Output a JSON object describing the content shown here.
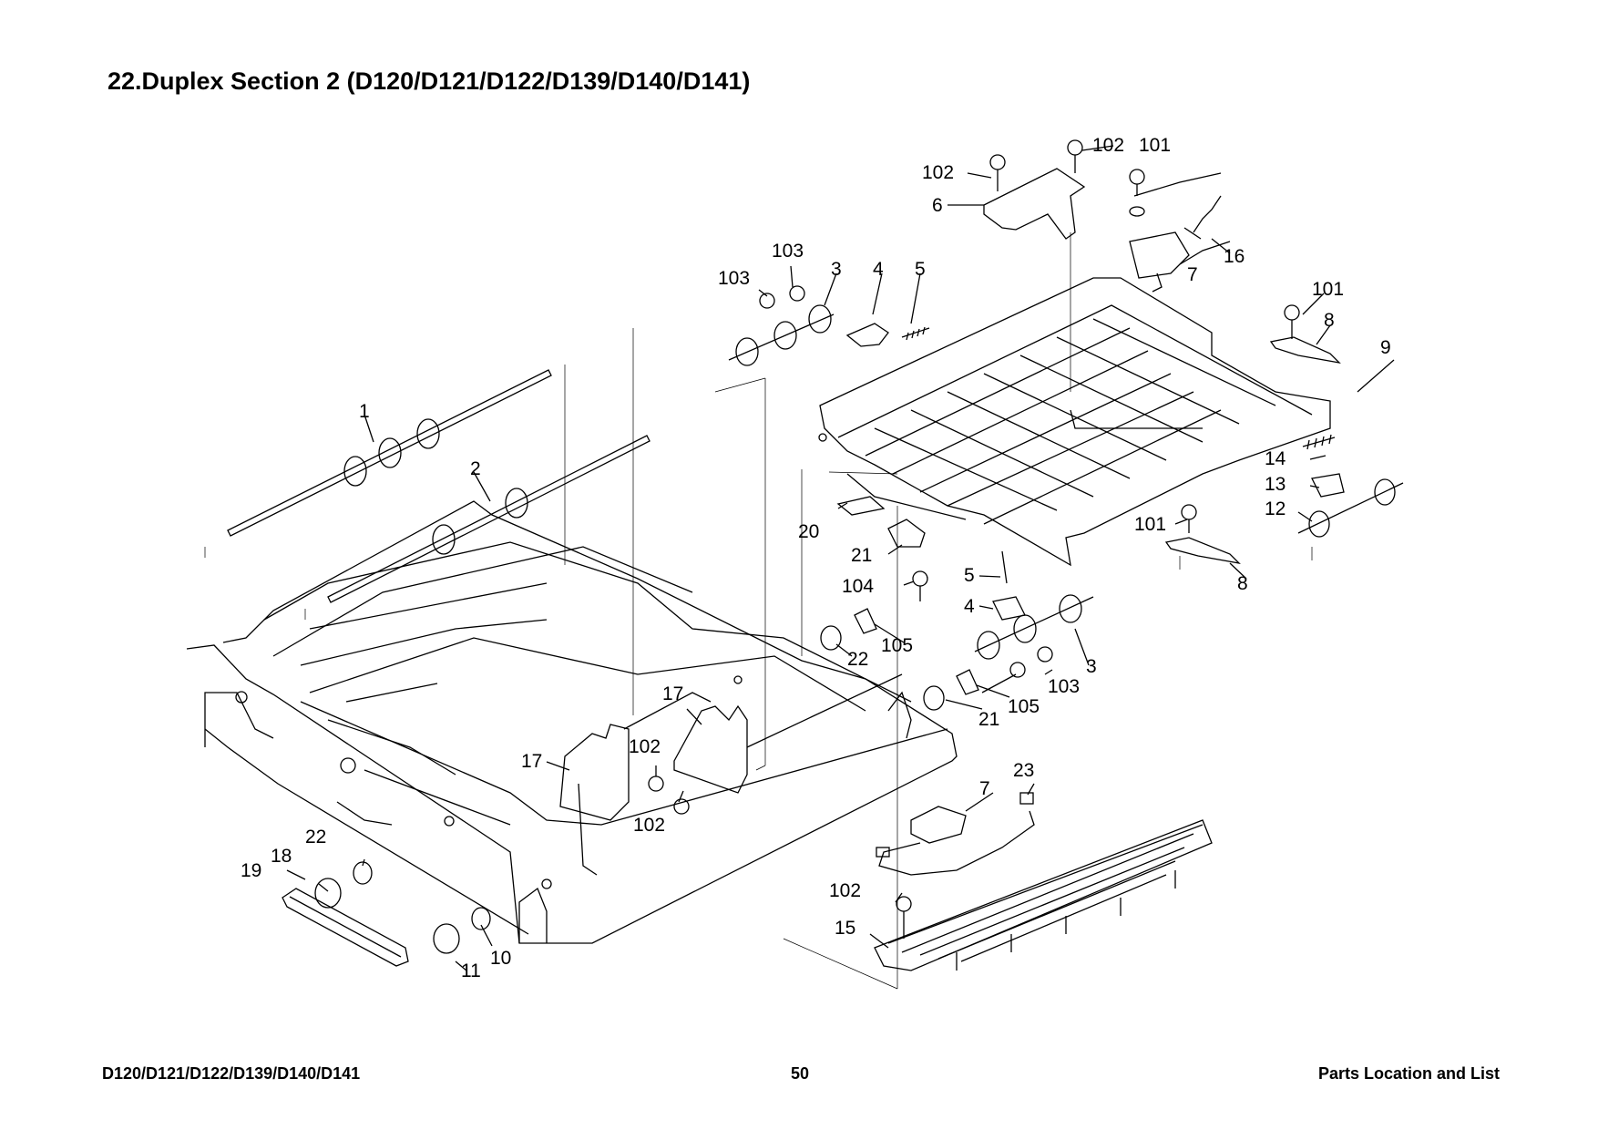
{
  "header": {
    "title": "22.Duplex Section 2 (D120/D121/D122/D139/D140/D141)"
  },
  "diagram": {
    "callouts": [
      "1",
      "2",
      "3",
      "3",
      "4",
      "4",
      "5",
      "5",
      "6",
      "7",
      "7",
      "8",
      "8",
      "9",
      "10",
      "11",
      "12",
      "13",
      "14",
      "15",
      "16",
      "17",
      "17",
      "18",
      "19",
      "20",
      "21",
      "21",
      "22",
      "22",
      "23",
      "101",
      "101",
      "101",
      "102",
      "102",
      "102",
      "102",
      "102",
      "103",
      "103",
      "103",
      "104",
      "105",
      "105"
    ]
  },
  "footer": {
    "models": "D120/D121/D122/D139/D140/D141",
    "page": "50",
    "section": "Parts Location and List"
  }
}
